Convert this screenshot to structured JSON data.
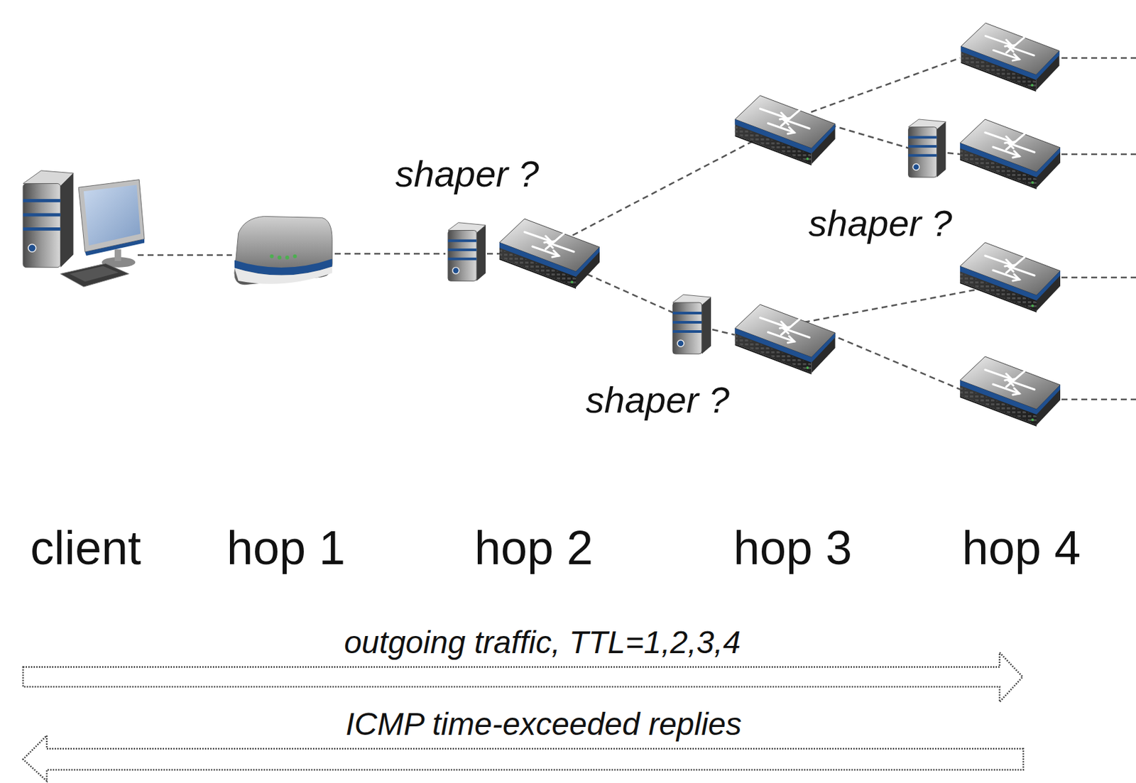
{
  "diagram": {
    "labels": [
      "shaper ?",
      "shaper ?",
      "shaper ?",
      "client",
      "hop 1",
      "hop 2",
      "hop 3",
      "hop 4",
      "outgoing traffic, TTL=1,2,3,4",
      "ICMP time-exceeded replies"
    ]
  }
}
